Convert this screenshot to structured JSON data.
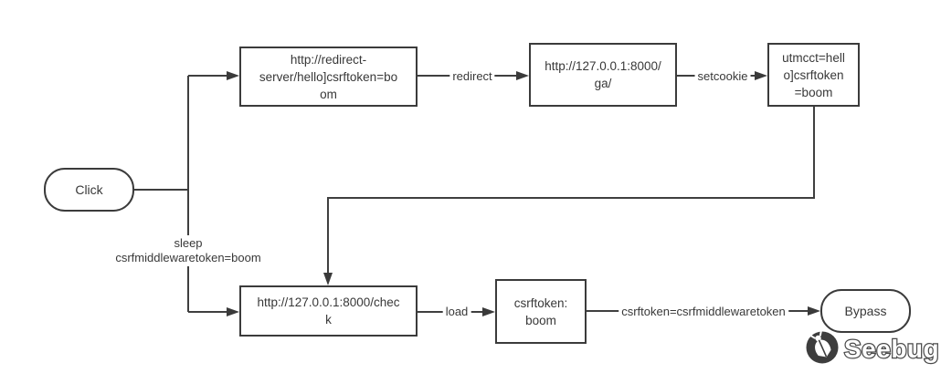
{
  "diagram": {
    "title": "csrf-bypass-flowchart",
    "colors": {
      "background": "#ffffff",
      "node_fill": "#ffffff",
      "node_border": "#3b3b3b",
      "line": "#3f3f3f",
      "text": "#383838"
    },
    "nodes": {
      "click": {
        "label": "Click",
        "shape": "rounded"
      },
      "redirect_server": {
        "label": "http://redirect-\nserver/hello]csrftoken=bo\nom",
        "shape": "rect"
      },
      "ga": {
        "label": "http://127.0.0.1:8000/\nga/",
        "shape": "rect"
      },
      "utmcct": {
        "label": "utmcct=hell\no]csrftoken\n=boom",
        "shape": "rect"
      },
      "check": {
        "label": "http://127.0.0.1:8000/chec\nk",
        "shape": "rect"
      },
      "csrftoken_boom": {
        "label": "csrftoken:\nboom",
        "shape": "rect"
      },
      "bypass": {
        "label": "Bypass",
        "shape": "rounded"
      }
    },
    "edge_labels": {
      "redirect": "redirect",
      "setcookie": "setcookie",
      "sleep": "sleep\ncsrfmiddlewaretoken=boom",
      "load": "load",
      "csrftoken_eq": "csrftoken=csrfmiddlewaretoken"
    },
    "logo": {
      "text": "Seebug",
      "icon": "ladybug-badge"
    }
  }
}
